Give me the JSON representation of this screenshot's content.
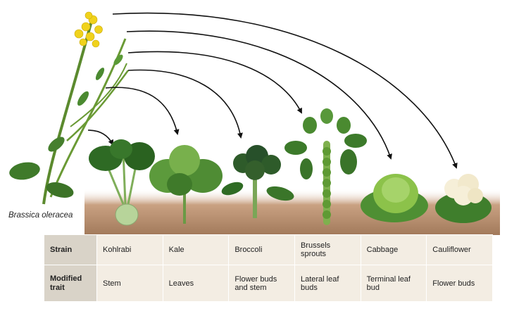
{
  "species_label": "Brassica oleracea",
  "table": {
    "row_headers": [
      "Strain",
      "Modified trait"
    ],
    "strains": [
      "Kohlrabi",
      "Kale",
      "Broccoli",
      "Brussels sprouts",
      "Cabbage",
      "Cauliflower"
    ],
    "traits": [
      "Stem",
      "Leaves",
      "Flower buds and stem",
      "Lateral leaf buds",
      "Terminal leaf bud",
      "Flower buds"
    ]
  },
  "colors": {
    "leaf_dark": "#2f6b24",
    "leaf_light": "#6aa83a",
    "flower": "#f0d21c",
    "soil": "#b58a6a",
    "arrow": "#111111",
    "cabbage": "#8cc24a",
    "cauliflower": "#f6efd8"
  }
}
